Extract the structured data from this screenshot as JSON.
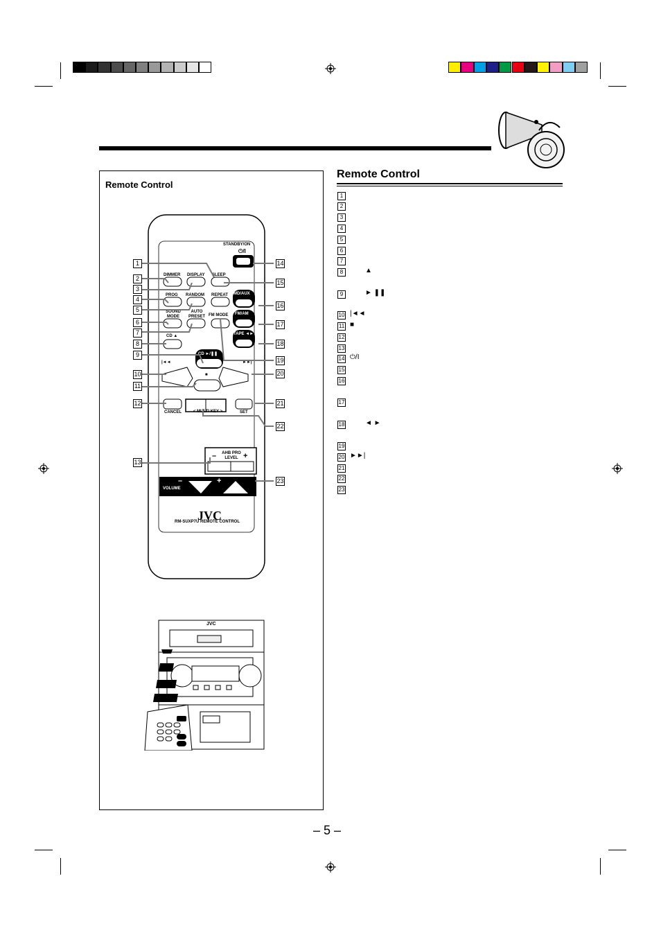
{
  "section_heading": "Remote Control",
  "figure_caption": "Remote Control",
  "page_number": "– 5 –",
  "gray_bars": [
    "#000000",
    "#1a1a1a",
    "#333333",
    "#4d4d4d",
    "#666666",
    "#808080",
    "#999999",
    "#b3b3b3",
    "#cccccc",
    "#e6e6e6",
    "#ffffff"
  ],
  "color_bars": [
    "#ffee00",
    "#e6007e",
    "#00a0e9",
    "#1d2088",
    "#009944",
    "#e60012",
    "#231815",
    "#fff100",
    "#f19ec2",
    "#7ecef4",
    "#9fa0a0"
  ],
  "index_numbers": [
    "1",
    "2",
    "3",
    "4",
    "5",
    "6",
    "7",
    "8",
    "9",
    "10",
    "11",
    "12",
    "13",
    "14",
    "15",
    "16",
    "17",
    "18",
    "19",
    "20",
    "21",
    "22",
    "23"
  ],
  "index_symbols": {
    "8": "▲",
    "9": "► ❚❚",
    "10": "|◄◄",
    "11": "■",
    "14": "⏻/I",
    "18": "◄ ►",
    "20": "►►|"
  },
  "remote": {
    "brand": "JVC",
    "model": "RM-SUXP7U REMOTE CONTROL",
    "standby_label": "STANDBY/ON",
    "standby_symbol": "⏻/I",
    "dimmer": "DIMMER",
    "display": "DISPLAY",
    "sleep": "SLEEP",
    "prog": "PROG",
    "random": "RANDOM",
    "repeat": "REPEAT",
    "md_aux": "MD/AUX",
    "sound_mode": "SOUND MODE",
    "auto_preset": "AUTO PRESET",
    "fm_mode": "FM MODE",
    "fm_am": "FM/AM",
    "cd_eject": "CD ▲",
    "tape": "TAPE ◄►",
    "cd_play": "CD ►/❚❚",
    "prev": "|◄◄",
    "stop": "■",
    "next": "►►|",
    "cancel": "CANCEL",
    "multi_key": "< MULTI KEY >",
    "set": "SET",
    "ahb_pro": "AHB PRO LEVEL",
    "minus": "–",
    "plus": "+",
    "volume": "VOLUME"
  },
  "callouts_left": [
    "1",
    "2",
    "3",
    "4",
    "5",
    "6",
    "7",
    "8",
    "9",
    "10",
    "11",
    "12",
    "13"
  ],
  "callouts_right": [
    "14",
    "15",
    "16",
    "17",
    "18",
    "19",
    "20",
    "21",
    "22",
    "23"
  ],
  "unit_brand": "JVC"
}
